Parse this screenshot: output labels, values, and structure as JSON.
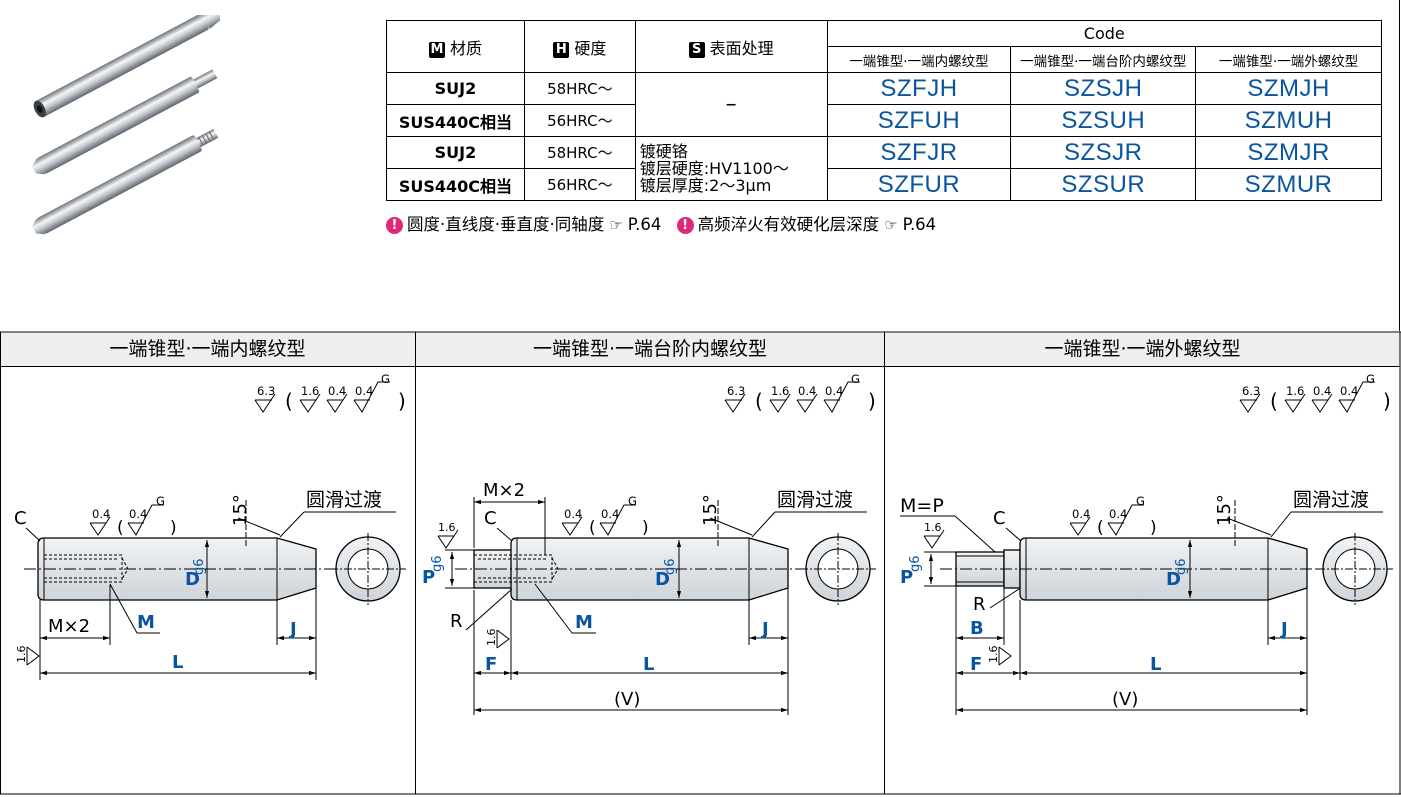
{
  "table": {
    "headers": {
      "material": "材质",
      "material_badge": "M",
      "hardness": "硬度",
      "hardness_badge": "H",
      "surface": "表面处理",
      "surface_badge": "S",
      "code": "Code",
      "code_sub": [
        "一端锥型·一端内螺纹型",
        "一端锥型·一端台阶内螺纹型",
        "一端锥型·一端外螺纹型"
      ]
    },
    "rows": [
      {
        "material": "SUJ2",
        "hardness": "58HRC～",
        "codes": [
          "SZFJH",
          "SZSJH",
          "SZMJH"
        ]
      },
      {
        "material": "SUS440C相当",
        "hardness": "56HRC～",
        "codes": [
          "SZFUH",
          "SZSUH",
          "SZMUH"
        ]
      },
      {
        "material": "SUJ2",
        "hardness": "58HRC～",
        "codes": [
          "SZFJR",
          "SZSJR",
          "SZMJR"
        ]
      },
      {
        "material": "SUS440C相当",
        "hardness": "56HRC～",
        "codes": [
          "SZFUR",
          "SZSUR",
          "SZMUR"
        ]
      }
    ],
    "surface_none": "–",
    "surface_plating": [
      "镀硬铬",
      "镀层硬度:HV1100～",
      "镀层厚度:2～3μm"
    ]
  },
  "notes": [
    {
      "text": "圆度·直线度·垂直度·同轴度",
      "ref": "P.64"
    },
    {
      "text": "高频淬火有效硬化层深度",
      "ref": "P.64"
    }
  ],
  "panels": [
    {
      "title": "一端锥型·一端内螺纹型"
    },
    {
      "title": "一端锥型·一端台阶内螺纹型"
    },
    {
      "title": "一端锥型·一端外螺纹型"
    }
  ],
  "drawing_labels": {
    "rough_a": "6.3",
    "rough_b": "1.6",
    "rough_c": "0.4",
    "rough_d": "0.4",
    "grind": "G",
    "chamfer": "C",
    "angle": "15°",
    "smooth": "圆滑过渡",
    "D": "D",
    "g6": "g6",
    "P": "P",
    "M": "M",
    "Mx2": "M×2",
    "MeqP": "M=P",
    "L": "L",
    "J": "J",
    "F": "F",
    "B": "B",
    "R": "R",
    "V": "(V)"
  },
  "colors": {
    "code_blue": "#0a55a0",
    "dim_blue": "#0a55a0",
    "note_pink": "#e0287a",
    "header_gray": "#eeeeee"
  }
}
